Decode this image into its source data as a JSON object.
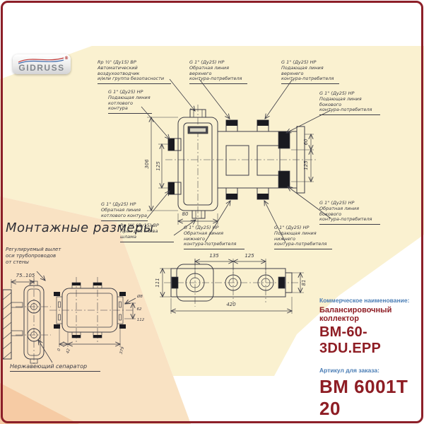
{
  "page": {
    "background": "#ffffff",
    "cream_panel": "#faf1d0",
    "peach_panel": "#f9e2c3",
    "salmon_corner": "#f6cba4",
    "border_color": "#8c1f28",
    "line_color": "#3d3d47"
  },
  "logo": {
    "text": "GIDRUSS",
    "reg": "®"
  },
  "callouts": [
    {
      "spec": "Rp ½\" (Ду15) ВР",
      "line1": "Автоматический воздухоотводчик",
      "line2": "и/или группа безопасности"
    },
    {
      "spec": "G 1\" (Ду25) НР",
      "line1": "Обратная линия верхнего",
      "line2": "контура-потребителя"
    },
    {
      "spec": "G 1\" (Ду25) НР",
      "line1": "Подающая линия верхнего",
      "line2": "контура-потребителя"
    },
    {
      "spec": "G 1\" (Ду25) НР",
      "line1": "Подающая линия бокового",
      "line2": "контура-потребителя"
    },
    {
      "spec": "G 1\" (Ду25) НР",
      "line1": "Подающая линия",
      "line2": "котлового контура"
    },
    {
      "spec": "G 1\" (Ду25) НР",
      "line1": "Обратная линия",
      "line2": "котлового контура"
    },
    {
      "spec": "Rp ½\" (Ду15) ВР",
      "line1": "Кран для слива шлама",
      "line2": ""
    },
    {
      "spec": "G 1\" (Ду25) НР",
      "line1": "Обратная линия нижнего",
      "line2": "контура-потребителя"
    },
    {
      "spec": "G 1\" (Ду25) НР",
      "line1": "Подающая линия нижнего",
      "line2": "контура-потребителя"
    },
    {
      "spec": "G 1\" (Ду25) НР",
      "line1": "Обратная линия бокового",
      "line2": "контура-потребителя"
    }
  ],
  "top_view": {
    "dim_height": "306",
    "dim_port_spacing": "125",
    "dim_depth": "80",
    "dim_side_top": "60",
    "dim_side_spacing": "125"
  },
  "front_view": {
    "dim_span1": "135",
    "dim_span2": "125",
    "dim_height_left": "111",
    "dim_height_right": "81",
    "dim_total": "420"
  },
  "mounting": {
    "title": "Монтажные размеры",
    "note_line1": "Регулируемый вылет",
    "note_line2": "оси трубопроводов",
    "note_line3": "от стены",
    "dim_offset": "75..105",
    "dim_zero": "0",
    "dim_42": "42",
    "dim_379": "379",
    "dim_hole": "Ø8",
    "dim_62": "62",
    "dim_112": "112",
    "separator_label": "Нержавеющий сепаратор"
  },
  "product": {
    "commercial_label": "Коммерческое наименование:",
    "commercial_name": "Балансировочный коллектор",
    "model": "BM-60-3DU.EPP",
    "sku_label": "Артикул для заказа:",
    "sku": "BM 6001T 20"
  }
}
